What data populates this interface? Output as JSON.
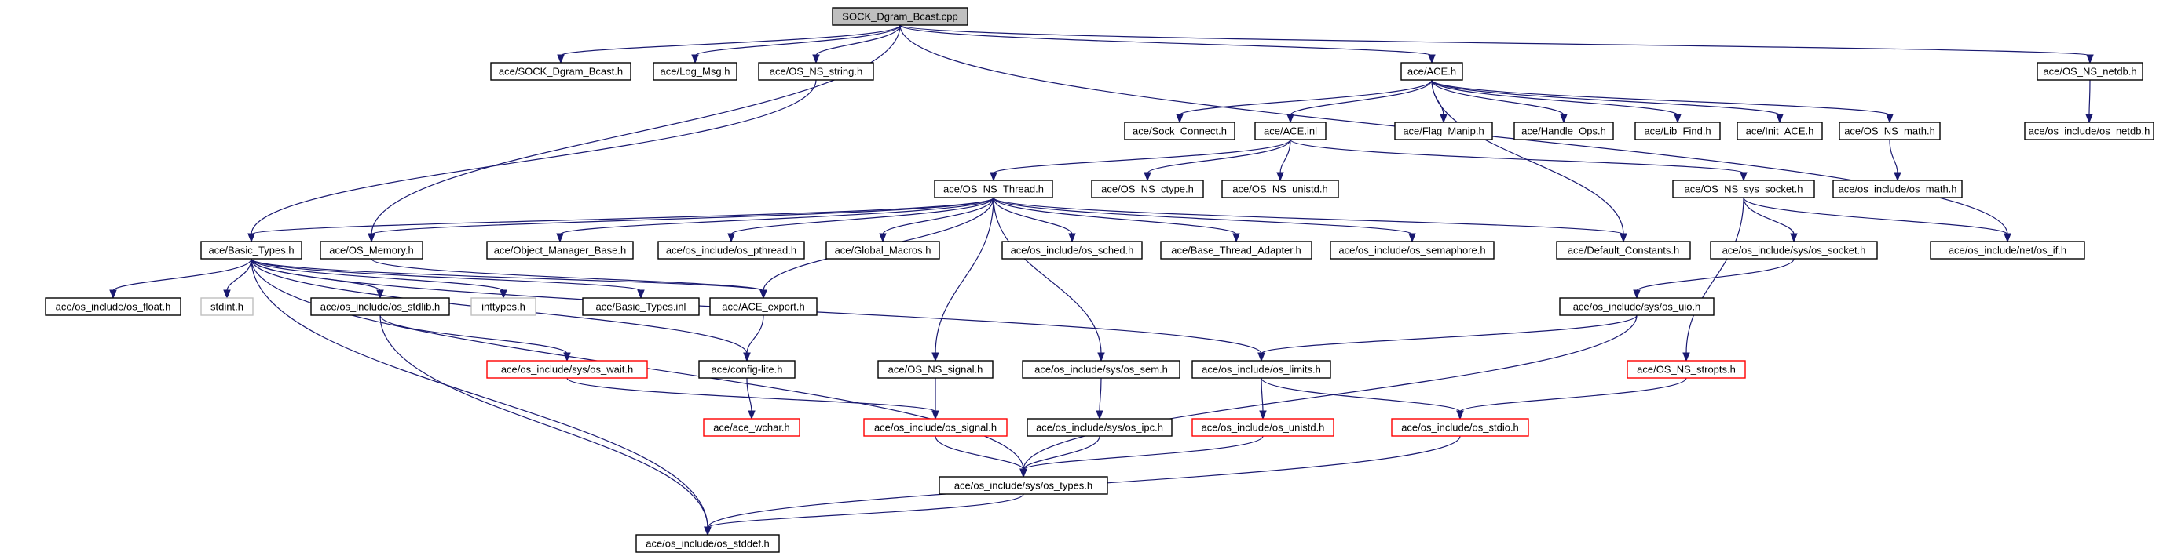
{
  "colors": {
    "edge": "#191970",
    "border_normal": "#000000",
    "border_truncated": "#ff0000",
    "border_leaf": "#bfbfbf",
    "fill_root": "#bfbfbf",
    "fill_normal": "#ffffff"
  },
  "nodes": {
    "root": "SOCK_Dgram_Bcast.cpp",
    "sock_dgram_bcast_h": "ace/SOCK_Dgram_Bcast.h",
    "log_msg_h": "ace/Log_Msg.h",
    "os_ns_string_h": "ace/OS_NS_string.h",
    "ace_h": "ace/ACE.h",
    "os_ns_netdb_h": "ace/OS_NS_netdb.h",
    "sock_connect_h": "ace/Sock_Connect.h",
    "ace_inl": "ace/ACE.inl",
    "flag_manip_h": "ace/Flag_Manip.h",
    "handle_ops_h": "ace/Handle_Ops.h",
    "lib_find_h": "ace/Lib_Find.h",
    "init_ace_h": "ace/Init_ACE.h",
    "os_ns_math_h": "ace/OS_NS_math.h",
    "os_include_os_netdb_h": "ace/os_include/os_netdb.h",
    "os_ns_thread_h": "ace/OS_NS_Thread.h",
    "os_ns_ctype_h": "ace/OS_NS_ctype.h",
    "os_ns_unistd_h": "ace/OS_NS_unistd.h",
    "os_ns_sys_socket_h": "ace/OS_NS_sys_socket.h",
    "os_include_os_math_h": "ace/os_include/os_math.h",
    "basic_types_h": "ace/Basic_Types.h",
    "os_memory_h": "ace/OS_Memory.h",
    "object_manager_base_h": "ace/Object_Manager_Base.h",
    "os_include_os_pthread_h": "ace/os_include/os_pthread.h",
    "global_macros_h": "ace/Global_Macros.h",
    "os_include_os_sched_h": "ace/os_include/os_sched.h",
    "base_thread_adapter_h": "ace/Base_Thread_Adapter.h",
    "os_include_os_semaphore_h": "ace/os_include/os_semaphore.h",
    "default_constants_h": "ace/Default_Constants.h",
    "os_include_sys_os_socket_h": "ace/os_include/sys/os_socket.h",
    "os_include_net_os_if_h": "ace/os_include/net/os_if.h",
    "os_include_os_float_h": "ace/os_include/os_float.h",
    "stdint_h": "stdint.h",
    "os_include_os_stdlib_h": "ace/os_include/os_stdlib.h",
    "inttypes_h": "inttypes.h",
    "basic_types_inl": "ace/Basic_Types.inl",
    "ace_export_h": "ace/ACE_export.h",
    "os_include_sys_os_uio_h": "ace/os_include/sys/os_uio.h",
    "os_include_sys_os_wait_h": "ace/os_include/sys/os_wait.h",
    "config_lite_h": "ace/config-lite.h",
    "os_ns_signal_h": "ace/OS_NS_signal.h",
    "os_include_sys_os_sem_h": "ace/os_include/sys/os_sem.h",
    "os_include_os_limits_h": "ace/os_include/os_limits.h",
    "os_ns_stropts_h": "ace/OS_NS_stropts.h",
    "ace_wchar_h": "ace/ace_wchar.h",
    "os_include_os_signal_h": "ace/os_include/os_signal.h",
    "os_include_sys_os_ipc_h": "ace/os_include/sys/os_ipc.h",
    "os_include_os_unistd_h": "ace/os_include/os_unistd.h",
    "os_include_os_stdio_h": "ace/os_include/os_stdio.h",
    "os_include_sys_os_types_h": "ace/os_include/sys/os_types.h",
    "os_include_os_stddef_h": "ace/os_include/os_stddef.h"
  }
}
